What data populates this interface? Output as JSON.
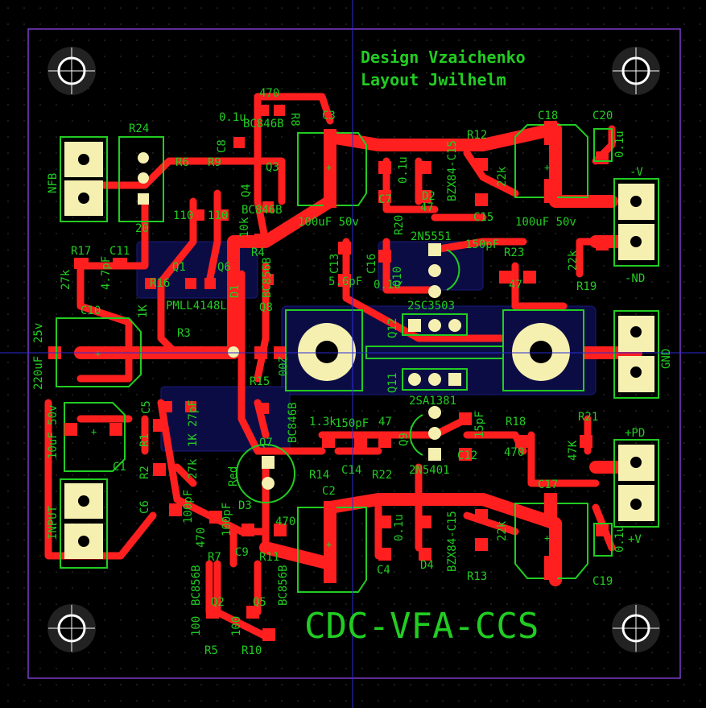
{
  "header": {
    "line1": "Design Vzaichenko",
    "line2": "Layout Jwilhelm"
  },
  "board_title": "CDC-VFA-CCS",
  "connectors": {
    "nfb": "NFB",
    "input": "INPUT",
    "neg_v": "-V",
    "nd": "-ND",
    "gnd": "GND",
    "pos_d": "+PD",
    "pos_v": "+V"
  },
  "labels": [
    {
      "id": "r24",
      "text": "R24"
    },
    {
      "id": "r6",
      "text": "R6"
    },
    {
      "id": "r9",
      "text": "R9"
    },
    {
      "id": "c8",
      "text": "C8"
    },
    {
      "id": "q3",
      "text": "Q3"
    },
    {
      "id": "q4",
      "text": "Q4"
    },
    {
      "id": "r8",
      "text": "R8"
    },
    {
      "id": "v470a",
      "text": "470"
    },
    {
      "id": "v01u_a",
      "text": "0.1u"
    },
    {
      "id": "bc846b_a",
      "text": "BC846B"
    },
    {
      "id": "bc846b_b",
      "text": "BC846B"
    },
    {
      "id": "c3",
      "text": "C3"
    },
    {
      "id": "r12",
      "text": "R12"
    },
    {
      "id": "c18",
      "text": "C18"
    },
    {
      "id": "c20",
      "text": "C20"
    },
    {
      "id": "v01u_b",
      "text": "0.1u"
    },
    {
      "id": "v01u_c",
      "text": "0.1u"
    },
    {
      "id": "c7",
      "text": "C7"
    },
    {
      "id": "d2",
      "text": "D2"
    },
    {
      "id": "bzx_a",
      "text": "BZX84-C15"
    },
    {
      "id": "v22k_a",
      "text": "22k"
    },
    {
      "id": "v47_a",
      "text": "47"
    },
    {
      "id": "r20",
      "text": "R20"
    },
    {
      "id": "c15",
      "text": "C15"
    },
    {
      "id": "v150pf_a",
      "text": "150pF"
    },
    {
      "id": "q2n5551",
      "text": "2N5551"
    },
    {
      "id": "v100uf_a",
      "text": "100uF 50v"
    },
    {
      "id": "v100uf_b",
      "text": "100uF 50v"
    },
    {
      "id": "v20",
      "text": "20"
    },
    {
      "id": "v110a",
      "text": "110"
    },
    {
      "id": "v110b",
      "text": "110"
    },
    {
      "id": "v10k",
      "text": "10k"
    },
    {
      "id": "r4",
      "text": "R4"
    },
    {
      "id": "bc856b_a",
      "text": "BC856B"
    },
    {
      "id": "r17",
      "text": "R17"
    },
    {
      "id": "c11",
      "text": "C11"
    },
    {
      "id": "v27k",
      "text": "27k"
    },
    {
      "id": "v47pf",
      "text": "4.7pF"
    },
    {
      "id": "q1",
      "text": "Q1"
    },
    {
      "id": "q6",
      "text": "Q6"
    },
    {
      "id": "r16",
      "text": "R16"
    },
    {
      "id": "d1",
      "text": "D1"
    },
    {
      "id": "pmll",
      "text": "PMLL4148L"
    },
    {
      "id": "q8",
      "text": "Q8"
    },
    {
      "id": "c13",
      "text": "C13"
    },
    {
      "id": "v56pf",
      "text": "5.6pF"
    },
    {
      "id": "c16",
      "text": "C16"
    },
    {
      "id": "v01u_d",
      "text": "0.1u"
    },
    {
      "id": "q10",
      "text": "Q10"
    },
    {
      "id": "r23",
      "text": "R23"
    },
    {
      "id": "v47_b",
      "text": "47"
    },
    {
      "id": "r19",
      "text": "R19"
    },
    {
      "id": "v22k_b",
      "text": "22k"
    },
    {
      "id": "q12",
      "text": "Q12"
    },
    {
      "id": "q2sc",
      "text": "2SC3503"
    },
    {
      "id": "c10",
      "text": "C10"
    },
    {
      "id": "v25v",
      "text": "25v"
    },
    {
      "id": "v220uf",
      "text": "220uF"
    },
    {
      "id": "v1k_a",
      "text": "1K"
    },
    {
      "id": "r3",
      "text": "R3"
    },
    {
      "id": "v200",
      "text": "200"
    },
    {
      "id": "r15",
      "text": "R15"
    },
    {
      "id": "q11",
      "text": "Q11"
    },
    {
      "id": "q2sa",
      "text": "2SA1381"
    },
    {
      "id": "c5",
      "text": "C5"
    },
    {
      "id": "v27pf",
      "text": "27pF"
    },
    {
      "id": "r1",
      "text": "R1"
    },
    {
      "id": "v1k_b",
      "text": "1K"
    },
    {
      "id": "v10uf",
      "text": "10uF 50v"
    },
    {
      "id": "c1",
      "text": "C1"
    },
    {
      "id": "r2",
      "text": "R2"
    },
    {
      "id": "v27k_b",
      "text": "27k"
    },
    {
      "id": "c6",
      "text": "C6"
    },
    {
      "id": "v100pf_a",
      "text": "100pF"
    },
    {
      "id": "v470b",
      "text": "470"
    },
    {
      "id": "bc846b_c",
      "text": "BC846B"
    },
    {
      "id": "q7",
      "text": "Q7"
    },
    {
      "id": "red",
      "text": "Red"
    },
    {
      "id": "d3",
      "text": "D3"
    },
    {
      "id": "v13k",
      "text": "1.3k"
    },
    {
      "id": "v150pf_b",
      "text": "150pF"
    },
    {
      "id": "v47_c",
      "text": "47"
    },
    {
      "id": "q9",
      "text": "Q9"
    },
    {
      "id": "v15pf",
      "text": "15pF"
    },
    {
      "id": "r18",
      "text": "R18"
    },
    {
      "id": "v470c",
      "text": "470"
    },
    {
      "id": "r21",
      "text": "R21"
    },
    {
      "id": "v47k",
      "text": "47K"
    },
    {
      "id": "r14",
      "text": "R14"
    },
    {
      "id": "c14",
      "text": "C14"
    },
    {
      "id": "r22",
      "text": "R22"
    },
    {
      "id": "c12",
      "text": "C12"
    },
    {
      "id": "q2n5401",
      "text": "2N5401"
    },
    {
      "id": "c2",
      "text": "C2"
    },
    {
      "id": "c4",
      "text": "C4"
    },
    {
      "id": "v01u_e",
      "text": "0.1u"
    },
    {
      "id": "d4",
      "text": "D4"
    },
    {
      "id": "bzx_b",
      "text": "BZX84-C15"
    },
    {
      "id": "c17",
      "text": "C17"
    },
    {
      "id": "v22k_c",
      "text": "22k"
    },
    {
      "id": "r13",
      "text": "R13"
    },
    {
      "id": "v01u_f",
      "text": "0.1u"
    },
    {
      "id": "c19",
      "text": "C19"
    },
    {
      "id": "r7",
      "text": "R7"
    },
    {
      "id": "c9",
      "text": "C9"
    },
    {
      "id": "v100pf_b",
      "text": "100pF"
    },
    {
      "id": "r11",
      "text": "R11"
    },
    {
      "id": "v470d",
      "text": "470"
    },
    {
      "id": "bc856b_b",
      "text": "BC856B"
    },
    {
      "id": "bc856b_c",
      "text": "BC856B"
    },
    {
      "id": "q2",
      "text": "Q2"
    },
    {
      "id": "q5",
      "text": "Q5"
    },
    {
      "id": "v100a",
      "text": "100"
    },
    {
      "id": "v100b",
      "text": "100"
    },
    {
      "id": "r5",
      "text": "R5"
    },
    {
      "id": "r10",
      "text": "R10"
    }
  ],
  "colors": {
    "background": "#000000",
    "copper": "#ff1f1f",
    "silkscreen": "#22cc22",
    "pad": "#f5f0b0",
    "outline": "#7a3cc8",
    "crosshair": "#2b2bd6"
  }
}
